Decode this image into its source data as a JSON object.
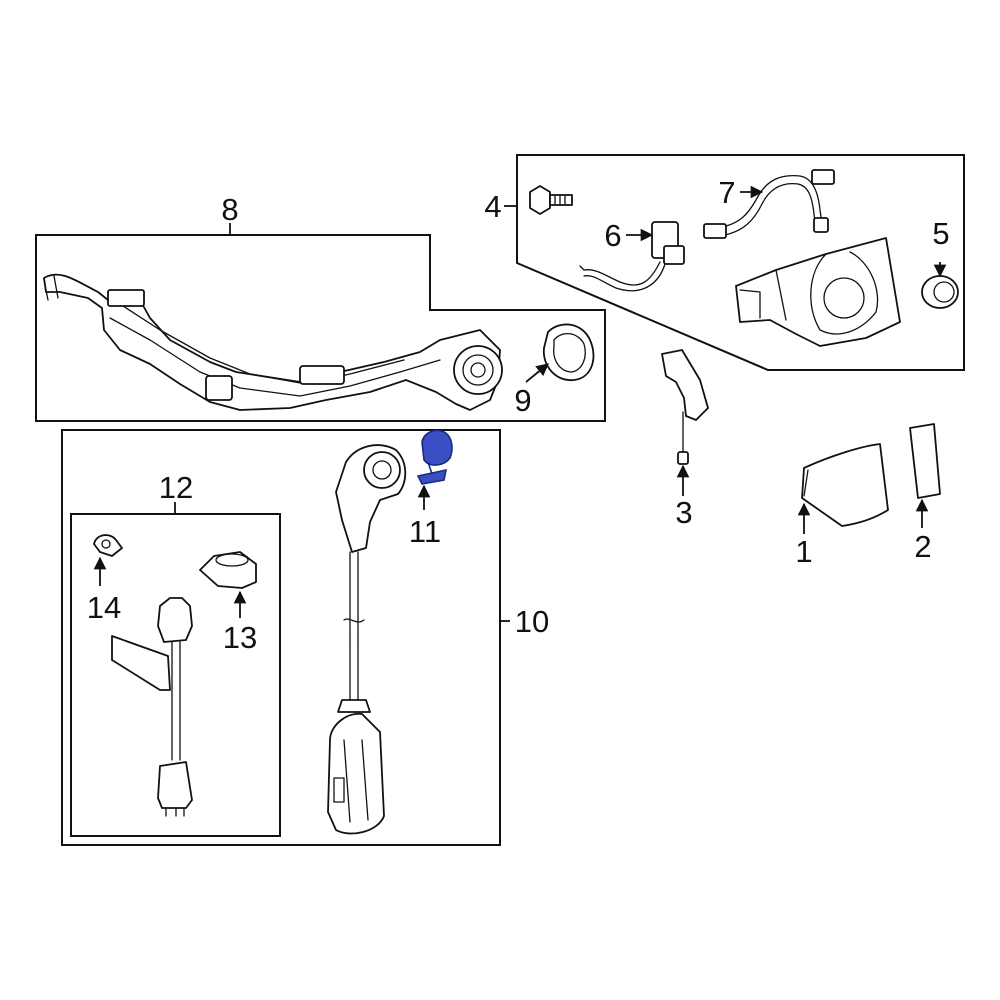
{
  "callouts": {
    "c1": "1",
    "c2": "2",
    "c3": "3",
    "c4": "4",
    "c5": "5",
    "c6": "6",
    "c7": "7",
    "c8": "8",
    "c9": "9",
    "c10": "10",
    "c11": "11",
    "c12": "12",
    "c13": "13",
    "c14": "14"
  },
  "highlight": {
    "part": "11",
    "color": "#3a4fc4"
  }
}
